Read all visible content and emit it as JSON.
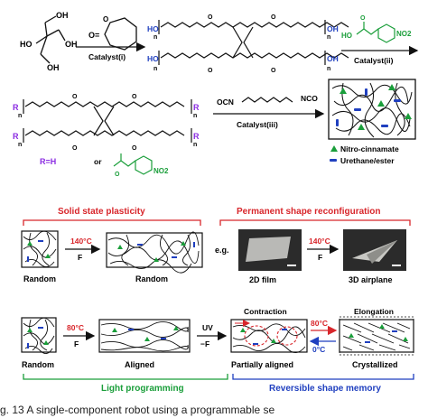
{
  "scheme": {
    "reagent1": {
      "oh_top": "OH",
      "oh_mid": "OH",
      "ho_left": "HO",
      "oh_bottom": "OH"
    },
    "reagent2": {
      "o_label": "O=",
      "o_ring": "O"
    },
    "catalyst1": "Catalyst(i)",
    "product1": {
      "ho_top": "HO",
      "oh_top": "OH",
      "ho_bottom": "HO",
      "oh_bottom": "OH",
      "n": "n",
      "o": "O"
    },
    "reagent3": {
      "ho": "HO",
      "o": "O",
      "no2": "NO2"
    },
    "catalyst2": "Catalyst(ii)",
    "product2": {
      "r_left_top": "R",
      "r_right_top": "R",
      "r_left_bottom": "R",
      "r_right_bottom": "R",
      "n": "n",
      "o": "O"
    },
    "r_eq": "R=H",
    "or": "or",
    "reagent4": {
      "ocn": "OCN",
      "nco": "NCO"
    },
    "catalyst3": "Catalyst(iii)",
    "legend": {
      "nitro": "Nitro-cinnamate",
      "urethane": "Urethane/ester"
    }
  },
  "section_a": {
    "title": "Solid state plasticity",
    "cond_temp": "140°C",
    "cond_force": "F",
    "label_left": "Random",
    "label_right": "Random"
  },
  "section_b": {
    "title": "Permanent shape reconfiguration",
    "eg": "e.g.",
    "cond_temp": "140°C",
    "cond_force": "F",
    "label_left": "2D film",
    "label_right": "3D airplane"
  },
  "section_c": {
    "cond1_temp": "80°C",
    "cond1_force": "F",
    "cond2_uv": "UV",
    "cond2_force": "−F",
    "contraction": "Contraction",
    "elongation": "Elongation",
    "heat": "80°C",
    "cool": "0°C",
    "label_random": "Random",
    "label_aligned": "Aligned",
    "label_partial": "Partially aligned",
    "label_cryst": "Crystallized",
    "light_prog": "Light programming",
    "reversible": "Reversible shape memory"
  },
  "caption": "g. 13  A single-component robot using a programmable se",
  "colors": {
    "red": "#d8262b",
    "green": "#1a9e3a",
    "blue": "#1f3fbf",
    "purple": "#8a2be2",
    "black": "#111111"
  }
}
